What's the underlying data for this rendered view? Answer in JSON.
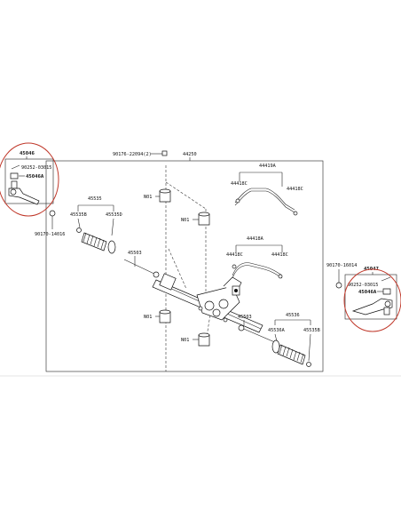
{
  "labels": {
    "top_hardware": "90176-22094(2)",
    "assembly": "44250",
    "line_set_upper": "44419A",
    "line_upper_left": "44418C",
    "line_upper_right": "44418C",
    "line_set_lower": "44418A",
    "line_lower_left": "44418C",
    "line_lower_right": "44418C",
    "nut_1": "N01",
    "nut_2": "N01",
    "nut_3": "N01",
    "nut_4": "N01",
    "boot_kit_left": "45535",
    "clamp_left_a": "45535B",
    "clamp_left_b": "45535D",
    "tie_rod_left": "45503",
    "tie_rod_right": "45503",
    "boot_kit_right": "45536",
    "clamp_right_a": "45536A",
    "clamp_right_b": "45535B",
    "tie_rod_end_left": "45046",
    "pin_left": "90252-03015",
    "end_left_a": "45046A",
    "locknut_left": "90170-14016",
    "tie_rod_end_right": "45047",
    "pin_right": "90252-03015",
    "end_right_a": "45046A",
    "locknut_right": "90170-16014"
  },
  "colors": {
    "highlight": "#c0392b",
    "ink": "#111111"
  }
}
